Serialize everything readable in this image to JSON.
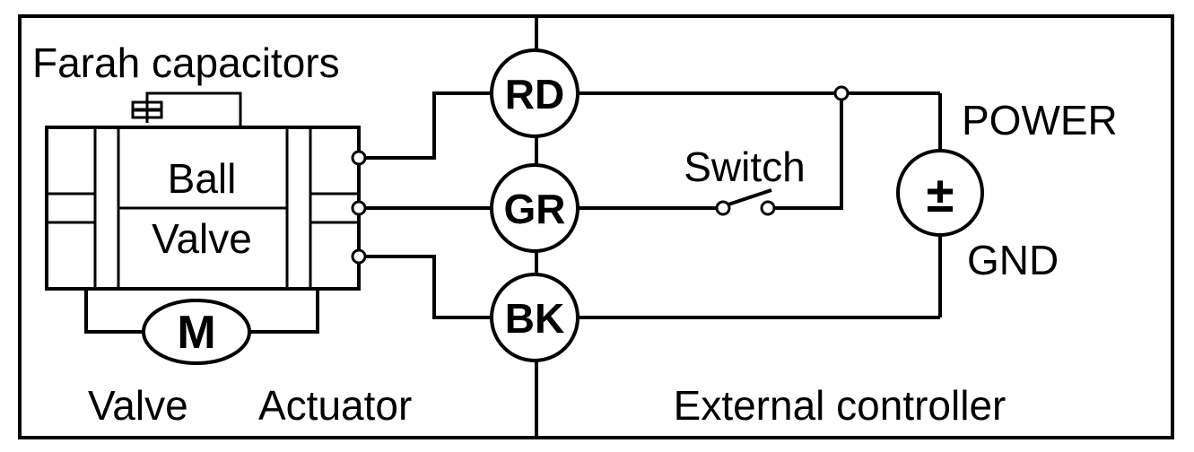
{
  "labels": {
    "capacitors": "Farah capacitors",
    "ball": "Ball",
    "valve": "Valve",
    "motor": "M",
    "valve_bottom": "Valve",
    "actuator": "Actuator",
    "external_controller": "External controller",
    "power": "POWER",
    "gnd": "GND",
    "switch": "Switch",
    "power_symbol": "±"
  },
  "wires": {
    "red": "RD",
    "green": "GR",
    "black": "BK"
  }
}
